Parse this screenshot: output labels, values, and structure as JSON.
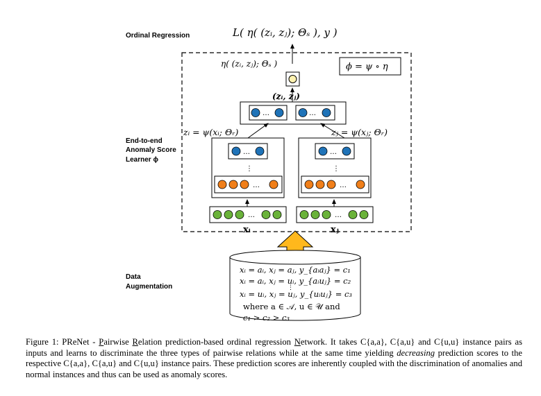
{
  "labels": {
    "ordinal_regression": "Ordinal Regression",
    "end_to_end_1": "End-to-end",
    "end_to_end_2": "Anomaly Score",
    "end_to_end_3": "Learner ϕ",
    "data_aug_1": "Data",
    "data_aug_2": "Augmentation"
  },
  "math": {
    "loss": "L( η( (zᵢ, zⱼ); Θₛ ), y )",
    "eta": "η( (zᵢ, zⱼ); Θₛ )",
    "phi_def": "ϕ = ψ ∘ η",
    "pair": "(zᵢ, zⱼ)",
    "zi": "zᵢ = ψ(xᵢ; Θᵣ)",
    "zj": "zⱼ = ψ(xⱼ; Θᵣ)",
    "xi": "xᵢ",
    "xj": "xⱼ",
    "dots": "…",
    "vdots": "⋮"
  },
  "cylinder": {
    "line1": "xᵢ = aᵢ,  xⱼ = aⱼ,  y_{aᵢaⱼ} = c₁",
    "line2": "xᵢ = aᵢ,  xⱼ = uᵢ,  y_{aᵢuⱼ} = c₂",
    "line3": "xᵢ = uᵢ,  xⱼ = uⱼ,  y_{uᵢuⱼ} = c₃",
    "line4": "where a ∈ 𝒜,  u ∈ 𝒰 and",
    "line5": "c₁ > c₂ > c₃"
  },
  "caption": {
    "p1": "Figure 1: PReNet - ",
    "p2": "P",
    "p3": "airwise ",
    "p4": "R",
    "p5": "elation prediction-based ordinal regression ",
    "p6": "N",
    "p7": "etwork. It takes C{a,a}, C{a,u} and C{u,u} instance pairs as inputs and learns to discriminate the three types of pairwise relations while at the same time yielding ",
    "p8": "decreasing",
    "p9": " prediction scores to the respective C{a,a}, C{a,u} and C{u,u} instance pairs. These prediction scores are inherently coupled with the discrimination of anomalies and normal instances and thus can be used as anomaly scores."
  },
  "colors": {
    "blue": "#1f73b8",
    "orange": "#f07f1a",
    "green": "#6ab23a",
    "yellow": "#fff2b0",
    "arrow_fill": "#ffb81c"
  }
}
